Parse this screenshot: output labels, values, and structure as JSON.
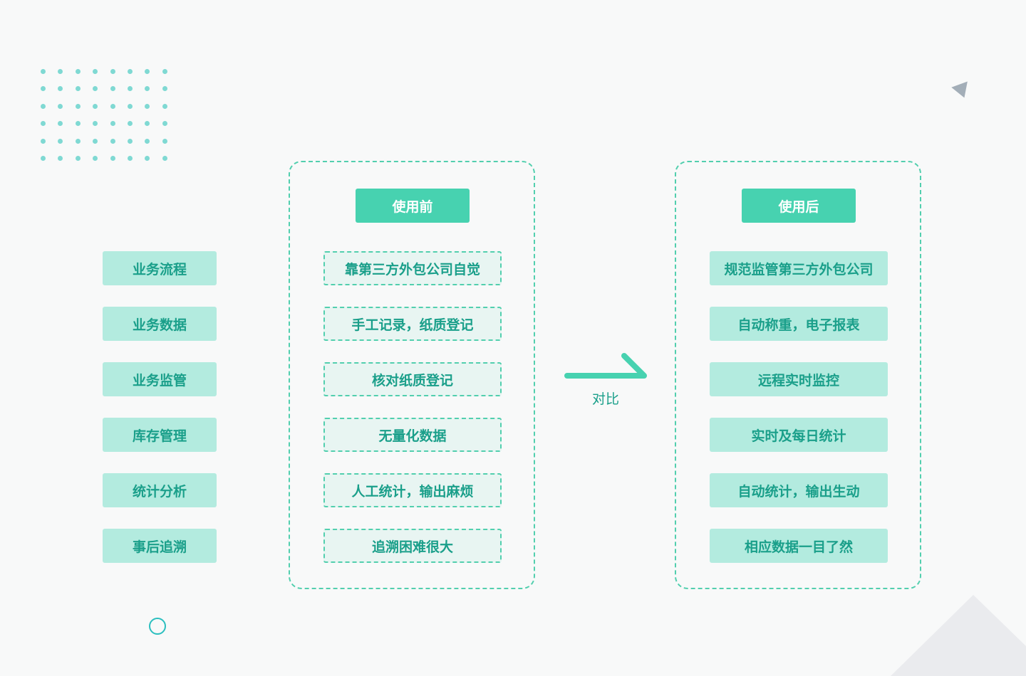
{
  "colors": {
    "accent": "#47d2b0",
    "light_fill": "#b3ebdf",
    "dashed_fill": "#e8f5f2",
    "text": "#1a9f8a",
    "dots": "#7fd9d3"
  },
  "categories": [
    "业务流程",
    "业务数据",
    "业务监管",
    "库存管理",
    "统计分析",
    "事后追溯"
  ],
  "before": {
    "title": "使用前",
    "items": [
      "靠第三方外包公司自觉",
      "手工记录，纸质登记",
      "核对纸质登记",
      "无量化数据",
      "人工统计，输出麻烦",
      "追溯困难很大"
    ]
  },
  "after": {
    "title": "使用后",
    "items": [
      "规范监管第三方外包公司",
      "自动称重，电子报表",
      "远程实时监控",
      "实时及每日统计",
      "自动统计，输出生动",
      "相应数据一目了然"
    ]
  },
  "compare": {
    "label": "对比",
    "icon": "arrow-right-icon"
  }
}
